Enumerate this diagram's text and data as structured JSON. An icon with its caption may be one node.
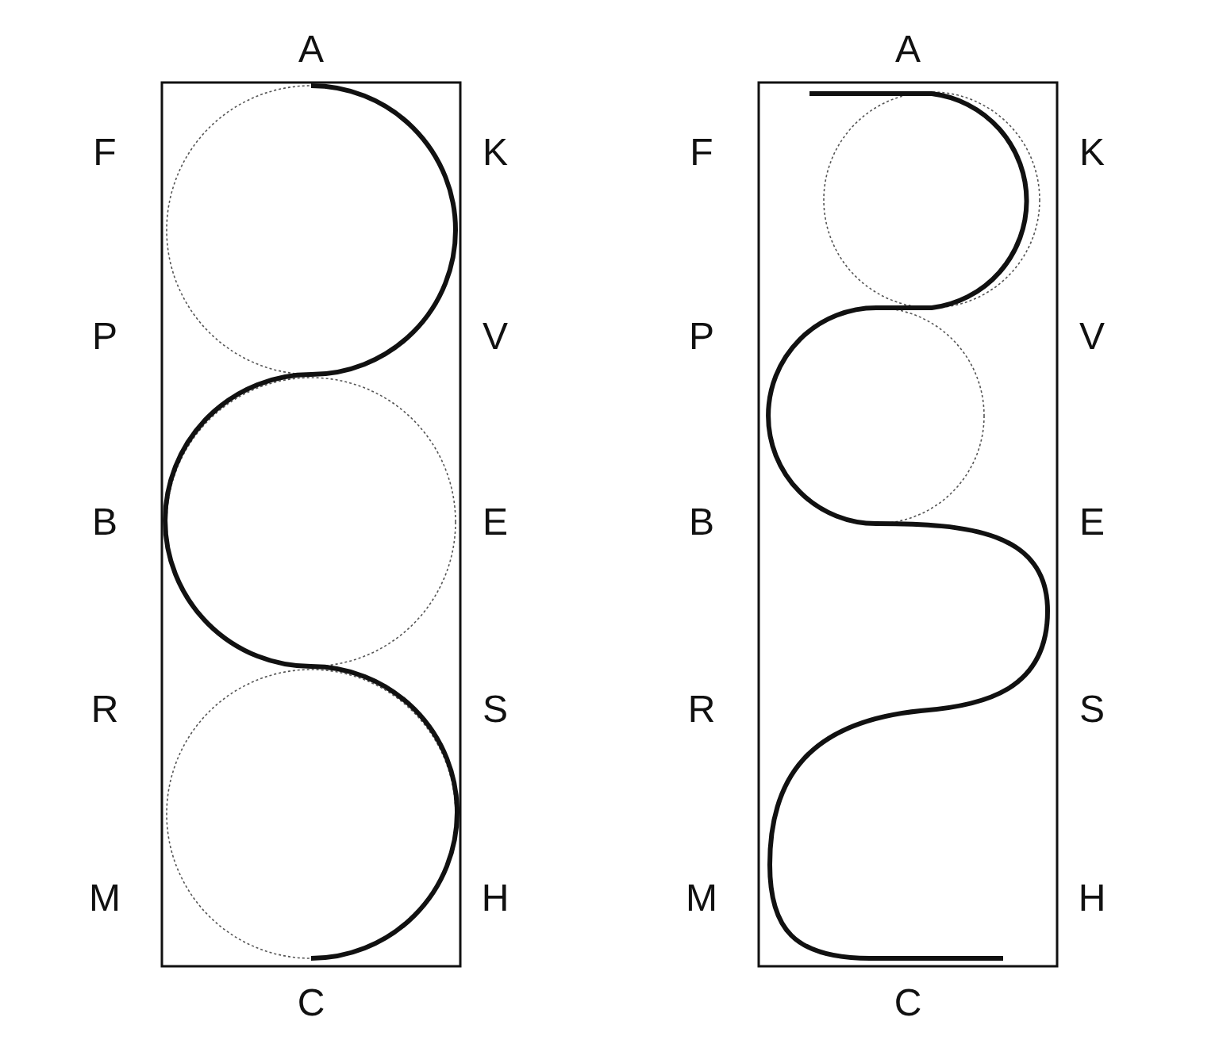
{
  "diagram": {
    "labels": [
      "A",
      "F",
      "K",
      "P",
      "V",
      "B",
      "E",
      "R",
      "S",
      "M",
      "H",
      "C",
      "A",
      "F",
      "K",
      "P",
      "V",
      "B",
      "E",
      "R",
      "S",
      "M",
      "H",
      "C"
    ]
  }
}
